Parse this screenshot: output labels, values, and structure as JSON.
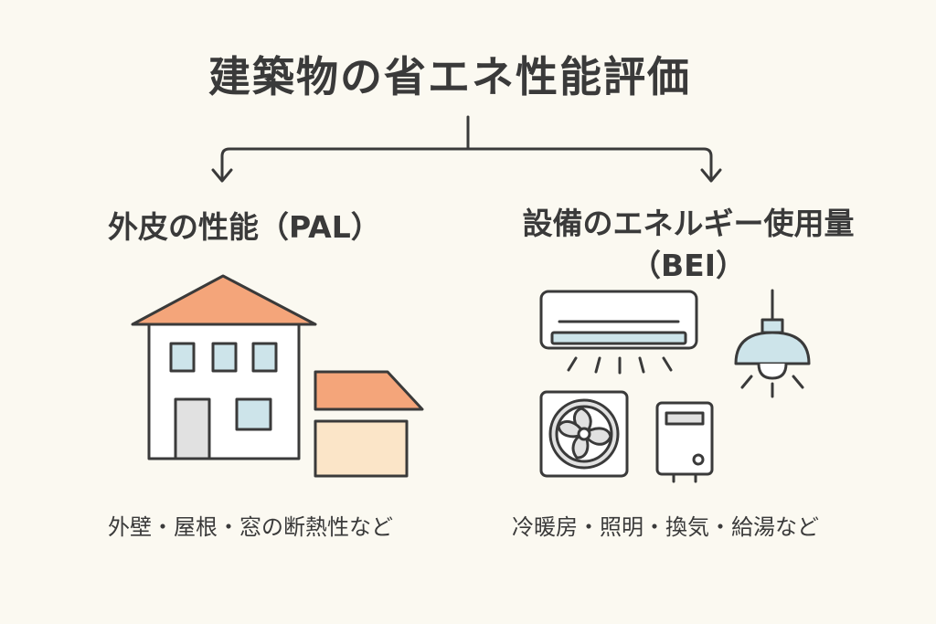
{
  "title": "建築物の省エネ性能評価",
  "left": {
    "label": "外皮の性能（PAL）",
    "caption": "外壁・屋根・窓の断熱性など"
  },
  "right": {
    "label_line1": "設備のエネルギー使用量",
    "label_line2": "（BEI）",
    "caption": "冷暖房・照明・換気・給湯など"
  },
  "colors": {
    "background": "#fbf9f1",
    "stroke": "#3a3a3a",
    "roof": "#f4a57a",
    "window": "#cde4ea",
    "wall": "#ffffff",
    "door": "#e1e1e1",
    "annex_wall": "#fbe5c8"
  },
  "icons": [
    "house-icon",
    "air-conditioner-icon",
    "pendant-lamp-icon",
    "outdoor-unit-fan-icon",
    "water-heater-icon"
  ]
}
